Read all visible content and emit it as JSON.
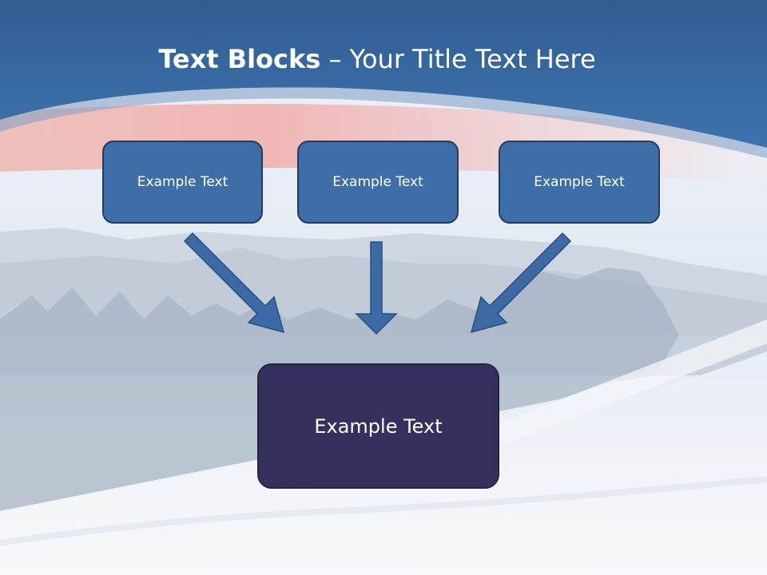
{
  "slide": {
    "title_bold": "Text Blocks",
    "title_dash": " – ",
    "title_rest": "Your Title Text Here"
  },
  "blocks": {
    "top": [
      "Example Text",
      "Example Text",
      "Example Text"
    ],
    "bottom": "Example Text"
  },
  "colors": {
    "header_blue": "#3a6aa3",
    "box_blue": "#3d6ea8",
    "main_box": "#35315f",
    "arrow": "#3b6aa4"
  }
}
